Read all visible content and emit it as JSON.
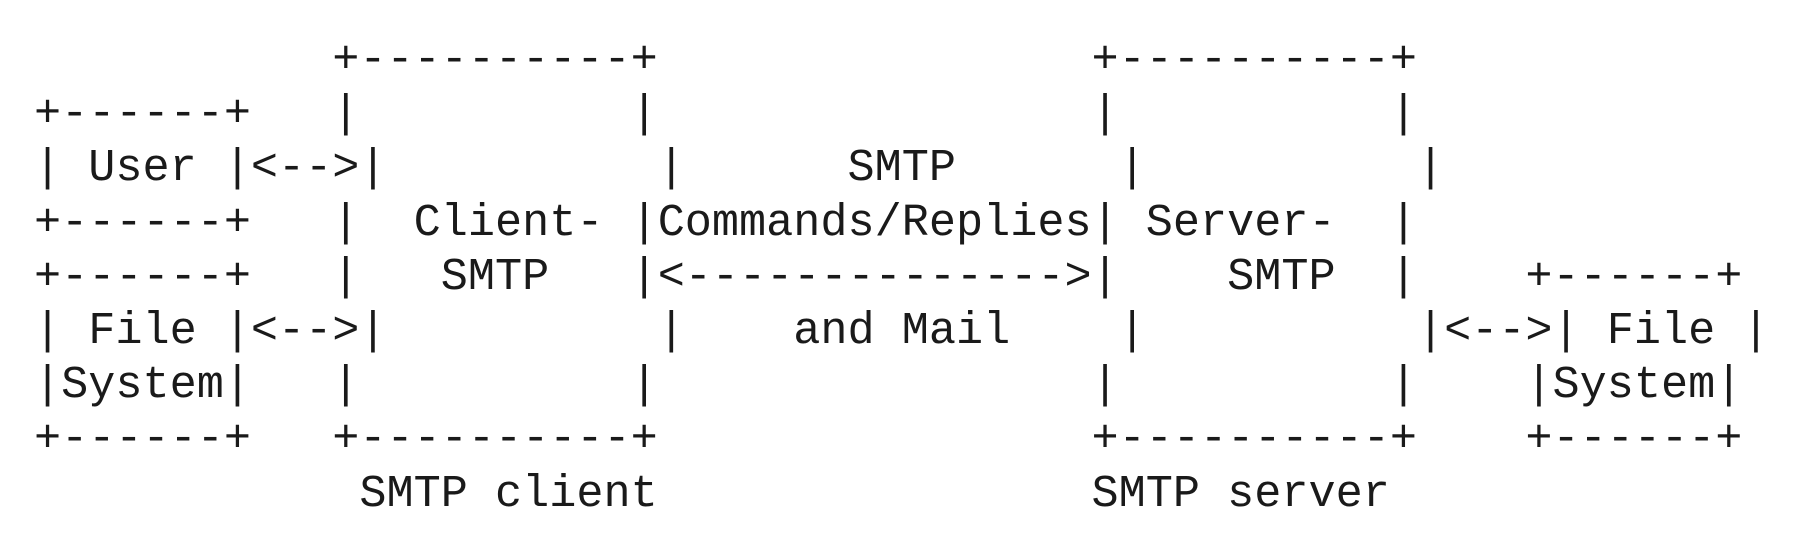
{
  "diagram": {
    "lines": [
      "           +----------+                +----------+",
      "+------+   |          |                |          |",
      "| User |<-->|          |      SMTP      |          |",
      "+------+   |  Client- |Commands/Replies| Server-  |",
      "+------+   |   SMTP   |<-------------->|    SMTP  |    +------+",
      "| File |<-->|          |    and Mail    |          |<-->| File |",
      "|System|   |          |                |          |    |System|",
      "+------+   +----------+                +----------+    +------+",
      "            SMTP client                SMTP server"
    ]
  }
}
